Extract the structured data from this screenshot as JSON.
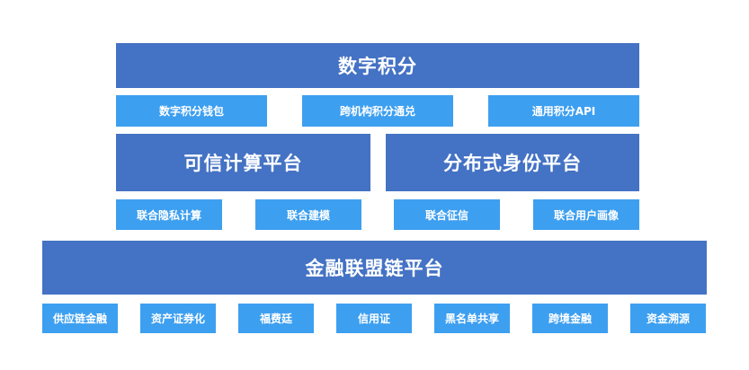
{
  "tier1": {
    "title": "数字积分",
    "items": [
      "数字积分钱包",
      "跨机构积分通兑",
      "通用积分API"
    ]
  },
  "tier2": {
    "left_title": "可信计算平台",
    "right_title": "分布式身份平台",
    "items": [
      "联合隐私计算",
      "联合建模",
      "联合征信",
      "联合用户画像"
    ]
  },
  "tier3": {
    "title": "金融联盟链平台",
    "items": [
      "供应链金融",
      "资产证券化",
      "福费廷",
      "信用证",
      "黑名单共享",
      "跨境金融",
      "资金溯源"
    ]
  },
  "colors": {
    "main_block": "#4472c4",
    "sub_block": "#3d9ff0",
    "text": "#ffffff",
    "background": "#ffffff"
  }
}
